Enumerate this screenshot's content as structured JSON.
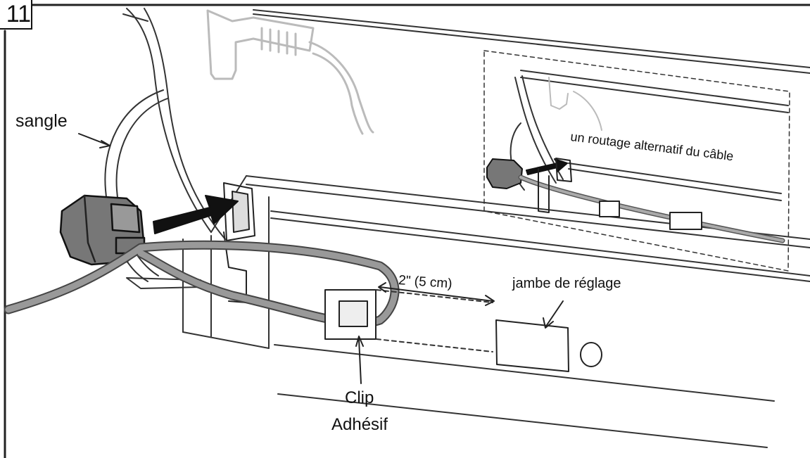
{
  "figure": {
    "step_number": "11",
    "labels": {
      "strap": "sangle",
      "alternative_routing": "un routage alternatif du câble",
      "distance": "2\" (5 cm)",
      "leveling_leg": "jambe de réglage",
      "clip_line1": "Clip",
      "clip_line2": "Adhésif"
    }
  }
}
